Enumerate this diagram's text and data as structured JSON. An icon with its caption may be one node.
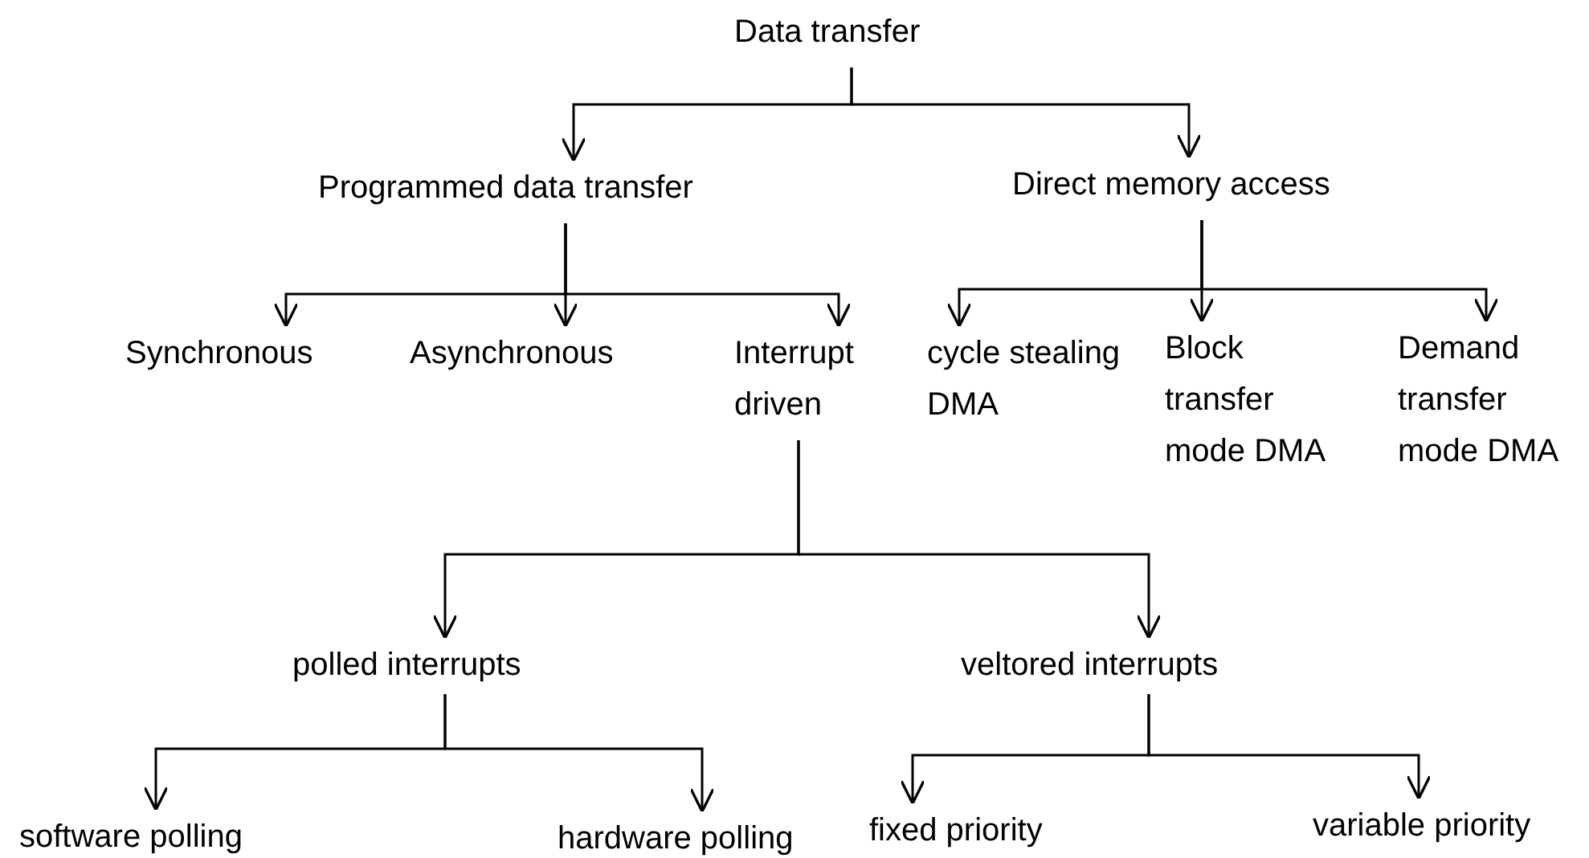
{
  "diagram": {
    "nodes": [
      {
        "text": [
          "Data transfer"
        ]
      },
      {
        "text": [
          "Programmed data transfer"
        ]
      },
      {
        "text": [
          "Direct memory access"
        ]
      },
      {
        "text": [
          "Synchronous"
        ]
      },
      {
        "text": [
          "Asynchronous"
        ]
      },
      {
        "text": [
          "Interrupt driven"
        ]
      },
      {
        "text": [
          "cycle stealing DMA"
        ]
      },
      {
        "text": [
          "Block transfer mode DMA"
        ]
      },
      {
        "text": [
          "Demand transfer mode DMA"
        ]
      },
      {
        "text": [
          "polled interrupts"
        ]
      },
      {
        "text": [
          "veltored interrupts"
        ]
      },
      {
        "text": [
          "software polling"
        ]
      },
      {
        "text": [
          "hardware polling"
        ]
      },
      {
        "text": [
          "fixed priority"
        ]
      },
      {
        "text": [
          "variable priority"
        ]
      }
    ],
    "edges": [
      {
        "from": 0,
        "to": 1,
        "arrow": "to"
      },
      {
        "from": 0,
        "to": 2,
        "arrow": "to"
      },
      {
        "from": 1,
        "to": 3,
        "arrow": "to"
      },
      {
        "from": 1,
        "to": 4,
        "arrow": "to"
      },
      {
        "from": 1,
        "to": 5,
        "arrow": "to"
      },
      {
        "from": 2,
        "to": 6,
        "arrow": "to"
      },
      {
        "from": 2,
        "to": 7,
        "arrow": "to"
      },
      {
        "from": 2,
        "to": 8,
        "arrow": "to"
      },
      {
        "from": 5,
        "to": 9,
        "arrow": "to"
      },
      {
        "from": 5,
        "to": 10,
        "arrow": "to"
      },
      {
        "from": 9,
        "to": 11,
        "arrow": "to"
      },
      {
        "from": 9,
        "to": 12,
        "arrow": "to"
      },
      {
        "from": 10,
        "to": 13,
        "arrow": "to"
      },
      {
        "from": 10,
        "to": 14,
        "arrow": "to"
      }
    ]
  }
}
